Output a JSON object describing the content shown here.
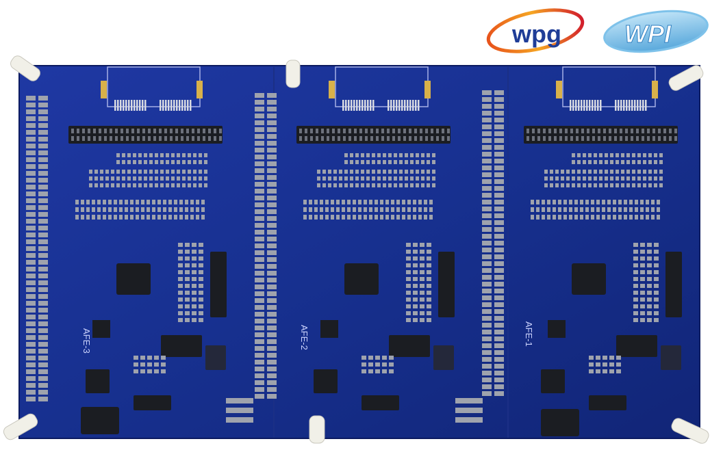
{
  "logos": {
    "wpg": "wpg",
    "wpi": "WPI"
  },
  "board": {
    "sections": [
      {
        "label": "AFE-3"
      },
      {
        "label": "AFE-2"
      },
      {
        "label": "AFE-1"
      }
    ]
  },
  "colors": {
    "pcb": "#1a2f93",
    "pcb_dark": "#0d1c6e",
    "pad": "#9fa3ad",
    "ic": "#1b1d22",
    "standoff": "#f1f0e8"
  }
}
